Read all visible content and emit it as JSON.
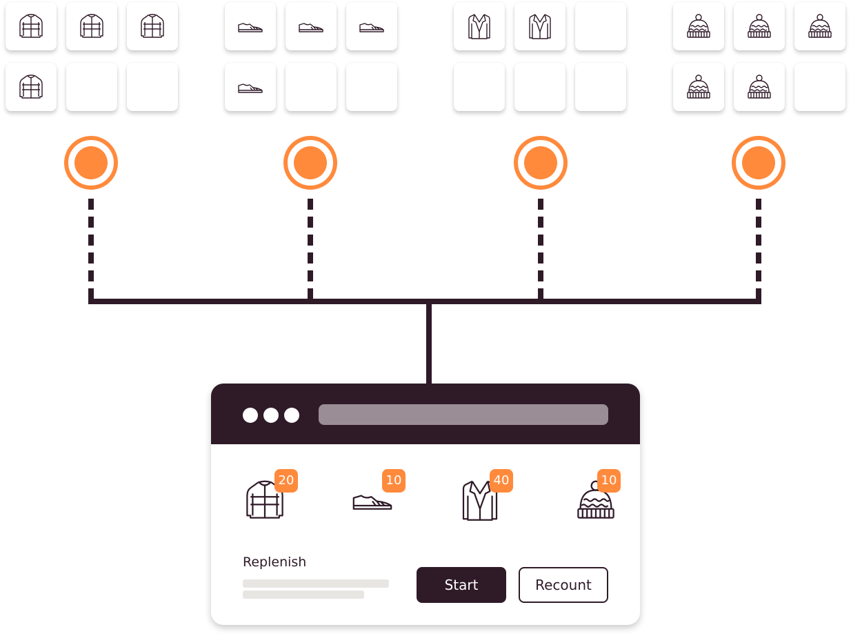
{
  "colors": {
    "accent": "#ff8a3c",
    "dark": "#2f1a28",
    "url_bar": "#9b8d96",
    "placeholder": "#e8e6e3"
  },
  "shelves": [
    {
      "item": "jacket-icon",
      "filled": 4,
      "capacity": 6
    },
    {
      "item": "sneaker-icon",
      "filled": 4,
      "capacity": 6
    },
    {
      "item": "blazer-icon",
      "filled": 2,
      "capacity": 6
    },
    {
      "item": "beanie-icon",
      "filled": 5,
      "capacity": 6
    }
  ],
  "window": {
    "products": [
      {
        "icon": "jacket-icon",
        "count": "20"
      },
      {
        "icon": "sneaker-icon",
        "count": "10"
      },
      {
        "icon": "blazer-icon",
        "count": "40"
      },
      {
        "icon": "beanie-icon",
        "count": "10"
      }
    ],
    "task_label": "Replenish",
    "start_label": "Start",
    "recount_label": "Recount"
  }
}
